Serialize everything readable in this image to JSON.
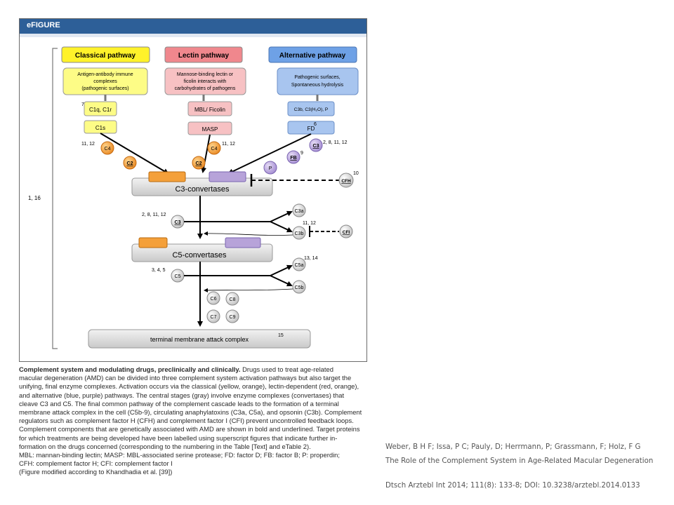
{
  "header": {
    "label": "eFIGURE"
  },
  "diagram": {
    "pathways": [
      {
        "title": "Classical pathway",
        "trigger": [
          "Antigen-antibody immune",
          "complexes",
          "(pathogenic surfaces)"
        ],
        "color": "#fff22a"
      },
      {
        "title": "Lectin pathway",
        "trigger": [
          "Mannose-binding lectin or",
          "ficolin interacts with",
          "carbohydrates of pathogens"
        ],
        "color": "#f0878d"
      },
      {
        "title": "Alternative pathway",
        "trigger": [
          "Pathogenic surfaces,",
          "Spontaneous hydrolysis"
        ],
        "color": "#6ea1e6"
      }
    ],
    "boxes": {
      "c1q": "C1q, C1r",
      "c1s": "C1s",
      "mbl": "MBL/ Ficolin",
      "masp": "MASP",
      "c3b_alt": "C3b, C3(H₂O), P",
      "fd": "FD",
      "c3_convertases": "C3-convertases",
      "c5_convertases": "C5-convertases",
      "mac": "terminal membrane attack complex"
    },
    "circles": {
      "c4_left": "C4",
      "c2_left": "C2",
      "c2_mid": "C2",
      "c4_mid": "C4",
      "fb": "FB",
      "c3_alt": "C3",
      "p": "P",
      "cfh": "CFH",
      "c3": "C3",
      "c3a": "C3a",
      "c3b": "C3b",
      "cfi": "CFI",
      "c5": "C5",
      "c5a": "C5a",
      "c5b": "C5b",
      "c6": "C6",
      "c7": "C7",
      "c8": "C8",
      "c9": "C9"
    },
    "labels": {
      "side": "1, 16",
      "c1q_ref": "7",
      "fd_ref": "6",
      "c4_left_ref": "11,  12",
      "c4_mid_ref": "11, 12",
      "c3_alt_ref": "2, 8, 11, 12",
      "fb_ref": "9",
      "cfh_ref": "10",
      "c3_ref": "2, 8, 11, 12",
      "cfi_ref": "11, 12",
      "c5a_ref": "13, 14",
      "c5_ref": "3, 4, 5",
      "mac_ref": "15"
    },
    "colors": {
      "orange": "#f4a03a",
      "purple": "#b7a3d9",
      "gray": "#dcdcdc",
      "yellow_box": "#fdfc86",
      "red_box": "#f7c1c3",
      "blue_box": "#a8c5ef",
      "underlined_circle": "#f6a83f"
    }
  },
  "caption": {
    "title": "Complement system and modulating drugs, preclinically and clinically.",
    "lines": [
      "Drugs used to treat age-related",
      "macular degeneration (AMD) can be divided into three complement system activation pathways but also target the",
      "unifying, final enzyme complexes. Activation occurs via the classical (yellow, orange), lectin-dependent (red, orange),",
      "and alternative (blue, purple) pathways. The central stages (gray) involve enzyme complexes (convertases) that",
      "cleave C3 and C5. The final common pathway of the complement cascade leads to the formation of a terminal",
      "membrane attack complex in the cell (C5b-9), circulating anaphylatoxins (C3a, C5a), and opsonin (C3b). Complement",
      "regulators such as complement factor H (CFH) and complement factor I (CFI) prevent uncontrolled feedback loops.",
      "Complement components that are genetically associated with AMD are shown in bold and underlined. Target proteins",
      "for which treatments are being developed have been labelled using superscript figures that indicate further in-",
      "formation on the drugs concerned (corresponding to the numbering in the Table [Text] and eTable 2).",
      "MBL: mannan-binding lectin; MASP: MBL-associated serine protease; FD: factor D; FB: factor B; P: properdin;",
      "CFH: complement factor H; CFI: complement factor I",
      "(Figure modified according to Khandhadia et al. [39])"
    ]
  },
  "citation": {
    "authors": "Weber, B H F; Issa, P C; Pauly, D; Herrmann, P; Grassmann, F; Holz, F G",
    "title": "The Role of the Complement System in Age-Related Macular Degeneration",
    "source": "Dtsch Arztebl Int 2014; 111(8): 133-8; DOI: 10.3238/arztebl.2014.0133"
  }
}
